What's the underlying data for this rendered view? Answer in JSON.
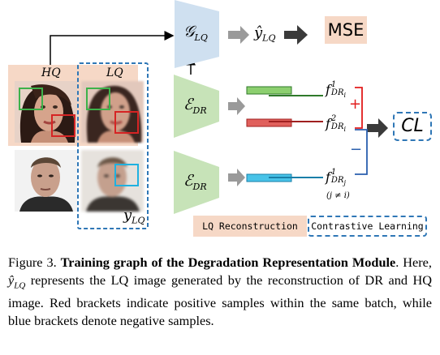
{
  "figure": {
    "labels": {
      "hq": "HQ",
      "lq": "LQ",
      "y_lq": "y",
      "y_lq_sub": "LQ",
      "generator": "𝒢",
      "generator_sub": "LQ",
      "y_hat": "ŷ",
      "y_hat_sub": "LQ",
      "mse": "MSE",
      "encoder": "ℰ",
      "encoder_sub": "DR",
      "f1": "f",
      "f1_sup": "1",
      "f1_sub": "DR",
      "f1_subsub": "i",
      "f2": "f",
      "f2_sup": "2",
      "f2_sub": "DR",
      "f2_subsub": "i",
      "f3": "f",
      "f3_sup": "1",
      "f3_sub": "DR",
      "f3_subsub": "j",
      "j_neq_i": "(j ≠ i)",
      "plus": "+",
      "minus": "−",
      "cl": "CL"
    },
    "legend": {
      "reconstruction": "LQ Reconstruction",
      "contrastive": "Contrastive Learning"
    },
    "colors": {
      "peach": "#f6d8c6",
      "blue_dashed": "#2f77b6",
      "generator_fill": "#cfe0f0",
      "encoder_fill": "#c7e3b8",
      "feat_green": "#8ccf6f",
      "feat_red": "#e0605c",
      "feat_blue": "#48c3e8",
      "bracket_red": "#e21c1c",
      "bracket_blue": "#2a5fae",
      "arrow_gray": "#9a9a9a"
    }
  },
  "caption": {
    "label": "Figure 3.",
    "title": "Training graph of the Degradation Representation Module",
    "body_1": ". Here, ",
    "y_hat": "ŷ",
    "y_hat_sub": "LQ",
    "body_2": " represents the LQ image generated by the reconstruction of DR and HQ image. Red brackets indicate positive samples within the same batch, while blue brackets denote negative samples."
  }
}
